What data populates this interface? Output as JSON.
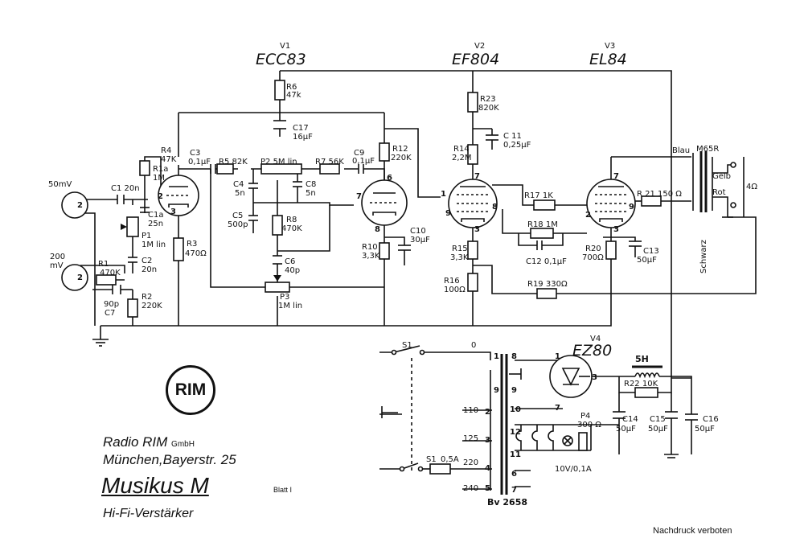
{
  "tubes": [
    {
      "ref": "V1",
      "type": "ECC83"
    },
    {
      "ref": "V2",
      "type": "EF804"
    },
    {
      "ref": "V3",
      "type": "EL84"
    },
    {
      "ref": "V4",
      "type": "EZ80"
    }
  ],
  "inputs": {
    "in1": "50mV",
    "in2_line1": "200",
    "in2_line2": "mV"
  },
  "components": {
    "R1": "R1",
    "R1v": "470K",
    "R2": "R2",
    "R2v": "220K",
    "R1a": "R1a",
    "R1av": "1M",
    "C1": "C1 20n",
    "C1a": "C1a",
    "C1av": "25n",
    "P1": "P1",
    "P1v": "1M lin",
    "C2": "C2",
    "C2v": "20n",
    "C7v": "90p",
    "C7": "C7",
    "R3": "R3",
    "R3v": "470Ω",
    "R4": "R4",
    "R4v": "47K",
    "C3": "C3",
    "C3v": "0,1µF",
    "R5": "R5 82K",
    "P2": "P2 5M lin",
    "R7": "R7 56K",
    "C4": "C4",
    "C4v": "5n",
    "C5": "C5",
    "C5v": "500p",
    "C8": "C8",
    "C8v": "5n",
    "R8": "R8",
    "R8v": "470K",
    "C6": "C6",
    "C6v": "40p",
    "P3": "P3",
    "P3v": "1M lin",
    "R6": "R6",
    "R6v": "47k",
    "C17": "C17",
    "C17v": "16µF",
    "C9": "C9",
    "C9v": "0,1µF",
    "R12": "R12",
    "R12v": "220K",
    "R10": "R10",
    "R10v": "3,3K",
    "C10": "C10",
    "C10v": "30µF",
    "R23": "R23",
    "R23v": "820K",
    "C11": "C 11",
    "C11v": "0,25µF",
    "R14": "R14",
    "R14v": "2,2M",
    "R15": "R15",
    "R15v": "3,3K",
    "R16": "R16",
    "R16v": "100Ω",
    "R17": "R17 1K",
    "R18": "R18 1M",
    "C12": "C12 0,1µF",
    "R19": "R19 330Ω",
    "R20": "R20",
    "R20v": "700Ω",
    "C13": "C13",
    "C13v": "50µF",
    "R21": "R 21 150 Ω",
    "M65R": "M65R",
    "blau": "Blau",
    "gelb": "Gelb",
    "rot": "Rot",
    "schwarz": "Schwarz",
    "ohm4": "4Ω",
    "S1a": "S1",
    "S1b": "S1",
    "fuse": "0,5A",
    "tap0": "0",
    "tap110": "110",
    "tap125": "125",
    "tap220": "220",
    "tap240": "240",
    "bv": "Bv 2658",
    "choke": "5H",
    "R22": "R22 10K",
    "P4": "P4",
    "P4v": "300 Ω",
    "C14": "C14",
    "C14v": "50µF",
    "C15": "C15",
    "C15v": "50µF",
    "C16": "C16",
    "C16v": "50µF",
    "lamp": "10V/0,1A"
  },
  "title_block": {
    "logo": "RIM",
    "company": "Radio RIM",
    "company_suffix": "GmbH",
    "address": "München,Bayerstr. 25",
    "product": "Musikus  M",
    "sheet": "Blatt I",
    "subtitle": "Hi-Fi-Verstärker"
  },
  "footer": "Nachdruck  verboten"
}
